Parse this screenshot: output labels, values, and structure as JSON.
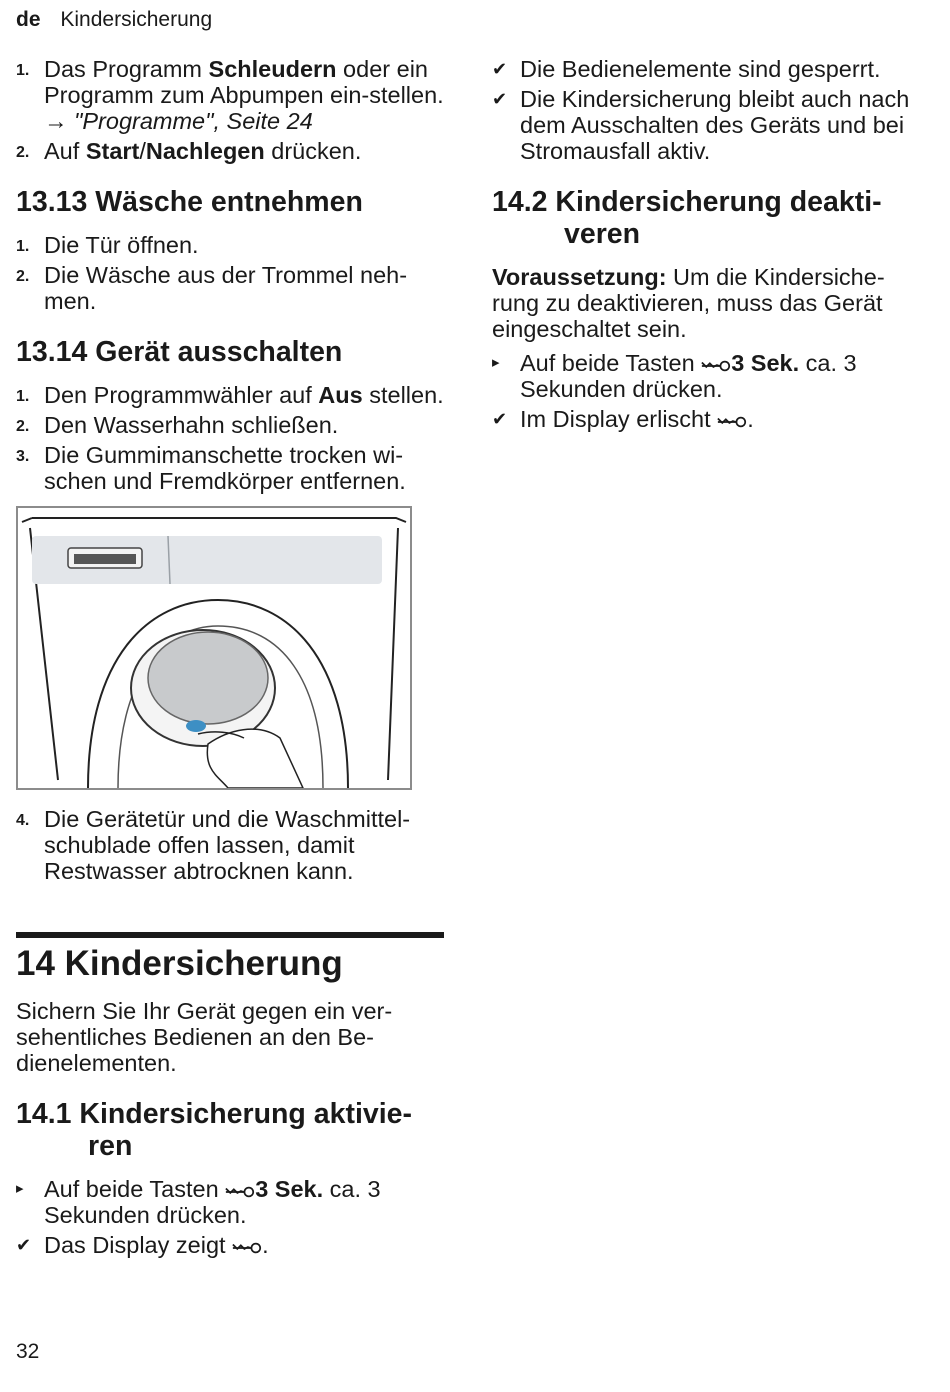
{
  "header": {
    "lang": "de",
    "title": "Kindersicherung"
  },
  "left": {
    "steps_a": [
      {
        "num": "1.",
        "pre": "Das Programm ",
        "bold": "Schleudern",
        "post": " oder ein Programm zum Abpumpen ein-stellen.",
        "ref": "→ \"Programme\", Seite 24"
      },
      {
        "num": "2.",
        "pre": "Auf ",
        "bold": "Start",
        "mid": "/",
        "bold2": "Nachlegen",
        "post": " drücken."
      }
    ],
    "s1313": {
      "title": "13.13  Wäsche entnehmen",
      "steps": [
        {
          "num": "1.",
          "text": "Die Tür öffnen."
        },
        {
          "num": "2.",
          "text": "Die Wäsche aus der Trommel neh-men."
        }
      ]
    },
    "s1314": {
      "title": "13.14  Gerät ausschalten",
      "steps": [
        {
          "num": "1.",
          "pre": "Den Programmwähler auf ",
          "bold": "Aus",
          "post": " stellen."
        },
        {
          "num": "2.",
          "text": "Den Wasserhahn schließen."
        },
        {
          "num": "3.",
          "text": "Die Gummimanschette trocken wi-schen und Fremdkörper entfernen."
        },
        {
          "num": "4.",
          "text": "Die Gerätetür und die Waschmittel-schublade offen lassen, damit Restwasser abtrocknen kann."
        }
      ]
    },
    "s14": {
      "title": "14  Kindersicherung",
      "intro": "Sichern Sie Ihr Gerät gegen ein ver-sehentliches Bedienen an den Be-dienelementen."
    },
    "s141": {
      "title": "14.1  Kindersicherung aktivie-ren",
      "action": {
        "mark": "▸",
        "pre": "Auf beide Tasten ",
        "bold": "3 Sek.",
        "post": " ca. 3 Sekunden drücken."
      },
      "result": {
        "mark": "✔",
        "pre": "Das Display zeigt ",
        "post": "."
      }
    }
  },
  "right": {
    "results": [
      {
        "mark": "✔",
        "text": "Die Bedienelemente sind gesperrt."
      },
      {
        "mark": "✔",
        "text": "Die Kindersicherung bleibt auch nach dem Ausschalten des Geräts und bei Stromausfall aktiv."
      }
    ],
    "s142": {
      "title": "14.2  Kindersicherung deakti-veren",
      "precond_label": "Voraussetzung:",
      "precond_text": " Um die Kindersiche-rung zu deaktivieren, muss das Gerät eingeschaltet sein.",
      "action": {
        "mark": "▸",
        "pre": "Auf beide Tasten ",
        "bold": "3 Sek.",
        "post": " ca. 3 Sekunden drücken."
      },
      "result": {
        "mark": "✔",
        "pre": "Im Display erlischt ",
        "post": "."
      }
    }
  },
  "page_number": "32",
  "icons": {
    "key": "key-icon",
    "check": "check-icon",
    "action": "triangle-right-icon"
  }
}
